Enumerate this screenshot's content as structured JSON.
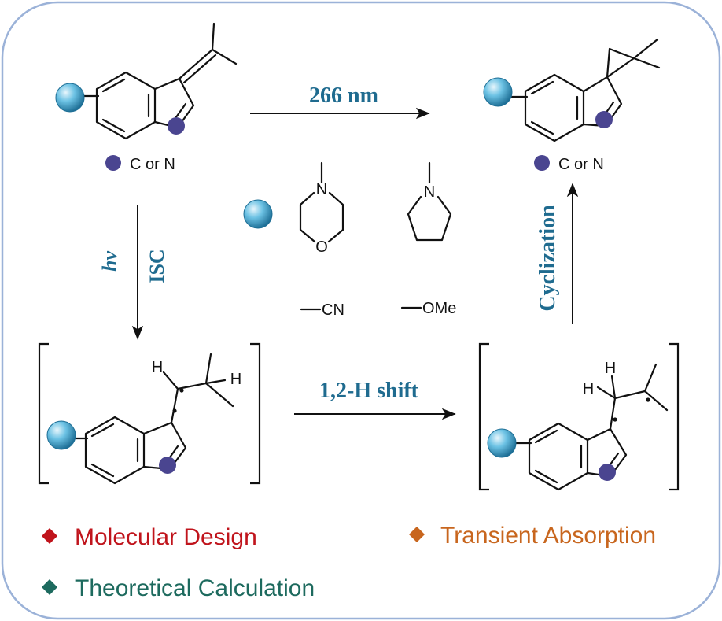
{
  "labels": {
    "photo_266": "266 nm",
    "hv": "hν",
    "isc": "ISC",
    "h_shift": "1,2-H shift",
    "cyclization": "Cyclization",
    "c_or_n_left": "C or N",
    "c_or_n_right": "C or N",
    "cn_group": "CN",
    "ome_group": "OMe",
    "morpholine_n": "N",
    "morpholine_o": "O",
    "pyrrolidine_n": "N",
    "h_a": "H",
    "h_b": "H",
    "h_c": "H",
    "h_d": "H"
  },
  "legend": [
    {
      "text": "Molecular Design",
      "color": "#c0141c",
      "marker": "diamond"
    },
    {
      "text": "Transient Absorption",
      "color": "#c8661e",
      "marker": "diamond"
    },
    {
      "text": "Theoretical Calculation",
      "color": "#1d6a5e",
      "marker": "diamond"
    }
  ],
  "colors": {
    "frame_border": "#9bb2d8",
    "heteroatom_dot": "#4a4590",
    "substituent_sphere": "#3d9fc9",
    "arrow_label": "#1f6b8f"
  }
}
